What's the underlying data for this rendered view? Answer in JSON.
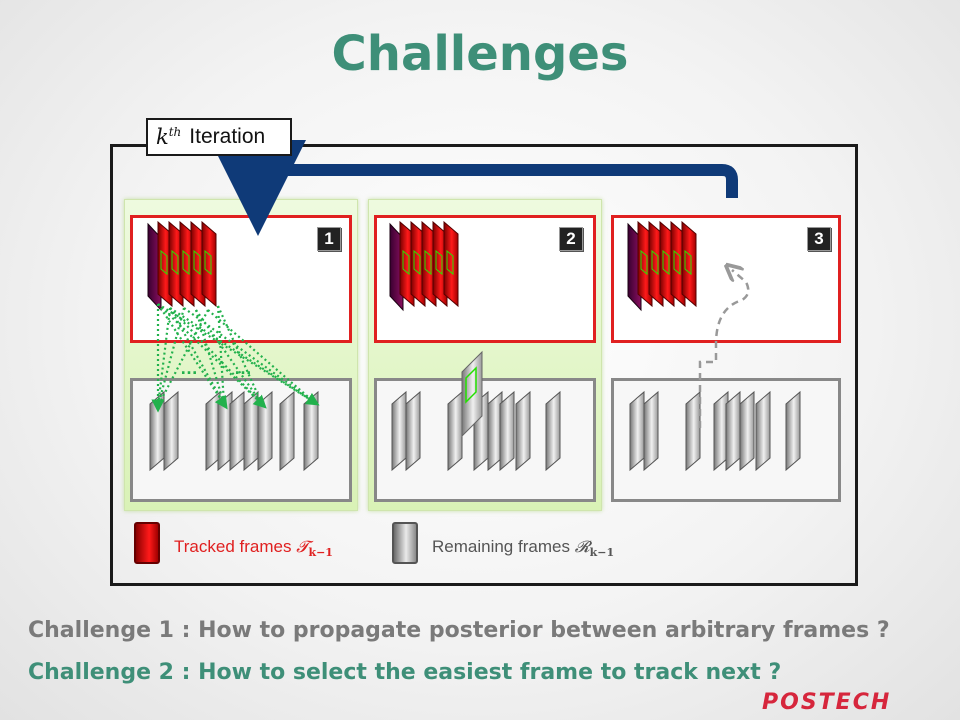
{
  "title": "Challenges",
  "iteration": {
    "math": "k",
    "sup": "th",
    "label": "Iteration"
  },
  "stages": [
    {
      "number": "1"
    },
    {
      "number": "2"
    },
    {
      "number": "3"
    }
  ],
  "dots": [
    "…",
    "…"
  ],
  "legend": {
    "tracked_label": "Tracked frames",
    "tracked_math": "𝓣",
    "tracked_sub": "k−1",
    "remaining_label": "Remaining frames",
    "remaining_math": "𝓡",
    "remaining_sub": "k−1"
  },
  "challenges": {
    "c1": "Challenge 1 : How to propagate posterior between arbitrary frames ?",
    "c2": "Challenge 2 : How to select the easiest frame to track next ?"
  },
  "logo": "POSTECH",
  "colors": {
    "title": "#3e8f78",
    "tracked": "#e02020",
    "arrow": "#0f3a78",
    "green_dots": "#22b14c"
  }
}
